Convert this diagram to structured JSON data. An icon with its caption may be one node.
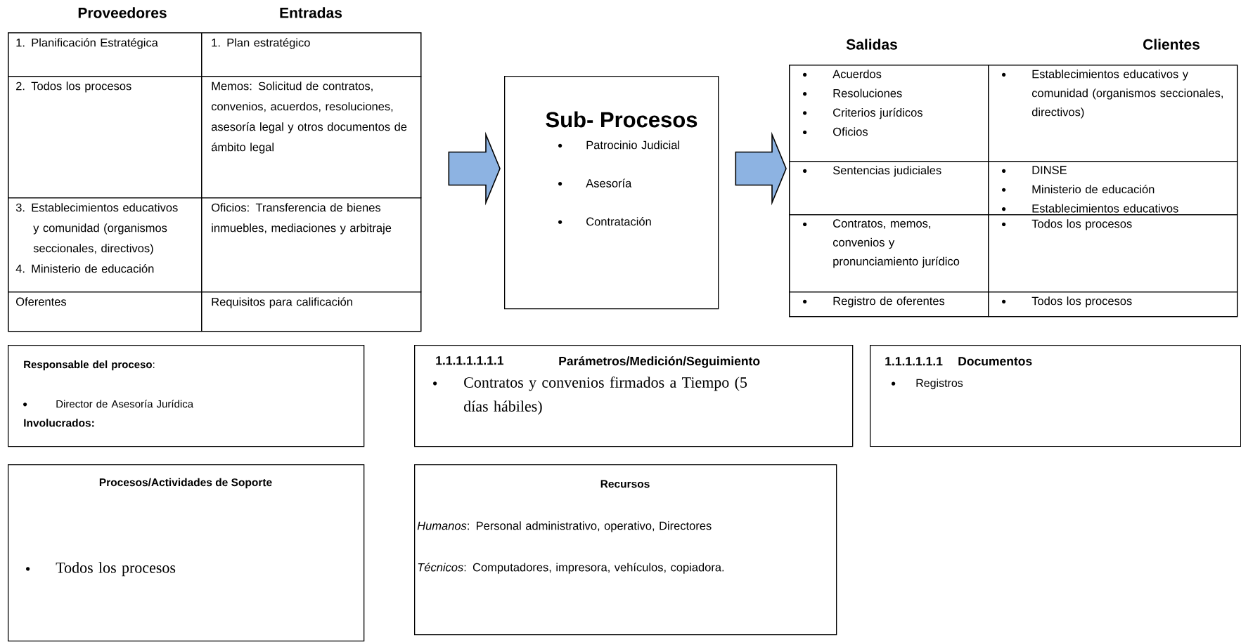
{
  "diagram": {
    "nodes": [
      {
        "text": [
          "Proveedores",
          "Entradas"
        ]
      },
      {
        "text": [
          "1. Planificación Estratégica"
        ],
        "in": 0
      },
      {
        "text": [
          "1. Plan estratégico"
        ],
        "in": 0
      },
      {
        "text": [
          "2. Todos los procesos"
        ],
        "in": 0
      },
      {
        "text": [
          "Memos: Solicitud de contratos, convenios, acuerdos, resoluciones, asesoría legal y otros documentos de ámbito legal"
        ],
        "in": 0
      },
      {
        "text": [
          "3. Establecimientos educativos y comunidad (organismos seccionales, directivos)",
          "4. Ministerio de educación"
        ],
        "in": 0
      },
      {
        "text": [
          "Oficios: Transferencia de bienes inmuebles, mediaciones y arbitraje"
        ],
        "in": 0
      },
      {
        "text": [
          "Oferentes"
        ],
        "in": 0
      },
      {
        "text": [
          "Requisitos para calificación"
        ],
        "in": 0
      },
      {
        "text": [
          "Sub- Procesos",
          "Patrocinio Judicial",
          "Asesoría",
          "Contratación"
        ]
      },
      {
        "text": [
          "Salidas",
          "Clientes"
        ]
      },
      {
        "text": [
          "Acuerdos",
          "Resoluciones",
          "Criterios jurídicos",
          "Oficios"
        ],
        "in": 10
      },
      {
        "text": [
          "Establecimientos educativos y comunidad (organismos seccionales, directivos)"
        ],
        "in": 10
      },
      {
        "text": [
          "Sentencias judiciales"
        ],
        "in": 10
      },
      {
        "text": [
          "DINSE",
          "Ministerio de educación",
          "Establecimientos educativos"
        ],
        "in": 10
      },
      {
        "text": [
          "Contratos, memos, convenios y pronunciamiento jurídico"
        ],
        "in": 10
      },
      {
        "text": [
          "Todos los procesos"
        ],
        "in": 10
      },
      {
        "text": [
          "Registro de oferentes"
        ],
        "in": 10
      },
      {
        "text": [
          "Todos los procesos"
        ],
        "in": 10
      },
      {
        "text": [
          "**Responsable del proceso**:",
          "Director de Asesoría Jurídica",
          "Involucrados:"
        ]
      },
      {
        "text": [
          "1.1.1.1.1.1.1",
          "Parámetros/Medición/Seguimiento",
          "Contratos y convenios firmados a Tiempo (5 días hábiles)"
        ]
      },
      {
        "text": [
          "1.1.1.1.1.1",
          "Documentos",
          "Registros"
        ]
      },
      {
        "text": [
          "Procesos/Actividades de Soporte",
          "Todos los procesos"
        ]
      },
      {
        "text": [
          "Recursos",
          "*Humanos*: Personal administrativo, operativo, Directores",
          "*Técnicos*: Computadores, impresora, vehículos, copiadora."
        ]
      }
    ],
    "edges": [
      {
        "from": 0,
        "to": 9,
        "arrow": "to"
      },
      {
        "from": 9,
        "to": 10,
        "arrow": "to"
      }
    ]
  }
}
